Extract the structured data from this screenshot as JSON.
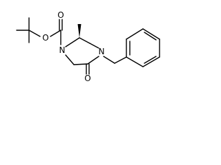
{
  "molecule": {
    "atom_labels": {
      "boc_ether_o": "O",
      "boc_carbonyl_o": "O",
      "n_boc": "N",
      "n_benzyl": "N",
      "lactam_o": "O"
    }
  }
}
